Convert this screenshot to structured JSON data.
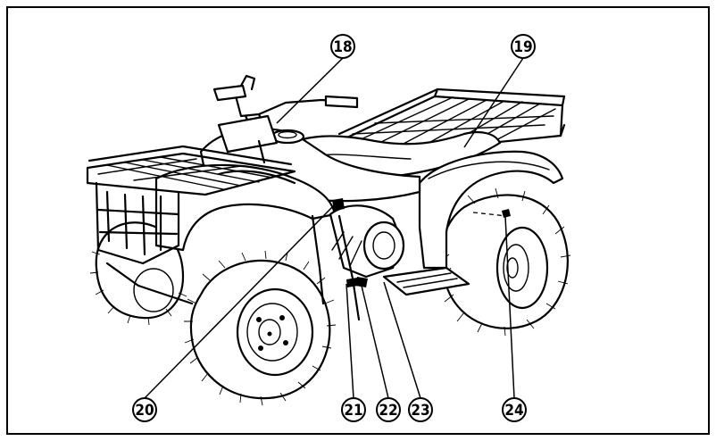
{
  "callouts": [
    {
      "id": "c18",
      "label": "18"
    },
    {
      "id": "c19",
      "label": "19"
    },
    {
      "id": "c20",
      "label": "20"
    },
    {
      "id": "c21",
      "label": "21"
    },
    {
      "id": "c22",
      "label": "22"
    },
    {
      "id": "c23",
      "label": "23"
    },
    {
      "id": "c24",
      "label": "24"
    }
  ]
}
